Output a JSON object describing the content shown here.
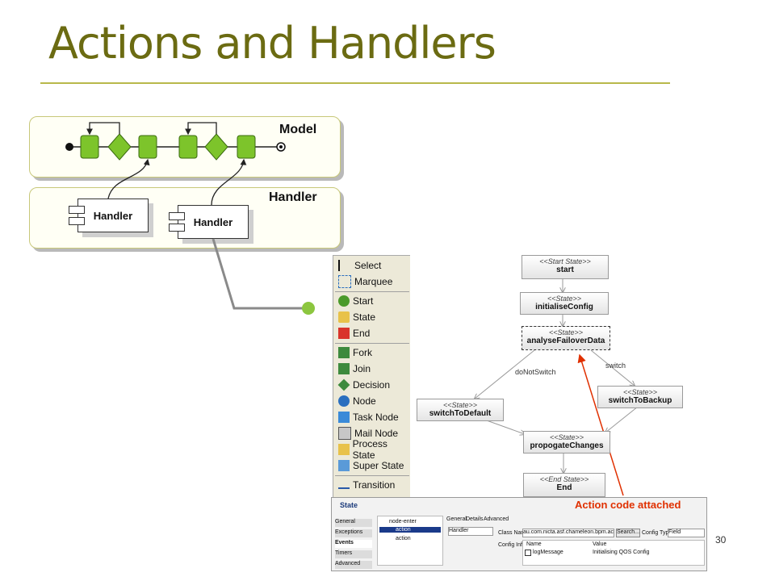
{
  "slide": {
    "title": "Actions and Handlers",
    "page_number": "30"
  },
  "lanes": {
    "model_label": "Model",
    "handler_label": "Handler",
    "handler_box_1": "Handler",
    "handler_box_2": "Handler"
  },
  "palette": {
    "items": [
      "Select",
      "Marquee",
      "Start",
      "State",
      "End",
      "Fork",
      "Join",
      "Decision",
      "Node",
      "Task Node",
      "Mail Node",
      "Process State",
      "Super State",
      "Transition"
    ]
  },
  "process": {
    "states": [
      {
        "stereotype": "<<Start State>>",
        "name": "start"
      },
      {
        "stereotype": "<<State>>",
        "name": "initialiseConfig"
      },
      {
        "stereotype": "<<State>>",
        "name": "analyseFailoverData"
      },
      {
        "stereotype": "<<State>>",
        "name": "switchToBackup"
      },
      {
        "stereotype": "<<State>>",
        "name": "switchToDefault"
      },
      {
        "stereotype": "<<State>>",
        "name": "propogateChanges"
      },
      {
        "stereotype": "<<End State>>",
        "name": "End"
      }
    ],
    "transitions": [
      "doNotSwitch",
      "switch"
    ],
    "annotation": "Action code attached"
  },
  "properties": {
    "header": "State",
    "side_tabs": [
      "General",
      "Exceptions",
      "Events",
      "Timers",
      "Advanced"
    ],
    "tree": [
      "node-enter",
      "action",
      "action"
    ],
    "tabs": [
      "General",
      "Details",
      "Advanced"
    ],
    "handler_select": "Handler",
    "class_name_label": "Class Name",
    "class_name_value": "au.com.nicta.asf.chameleon.bpm.actionHandle",
    "search_label": "Search...",
    "config_type_label": "Config Type",
    "config_type_value": "Field",
    "config_info_label": "Config Info",
    "col_name": "Name",
    "col_value": "Value",
    "row_name": "logMessage",
    "row_value": "Initialising QOS Config"
  },
  "colors": {
    "title": "#6b6b12",
    "node_green": "#7dc42b",
    "annotation": "#e03000"
  }
}
